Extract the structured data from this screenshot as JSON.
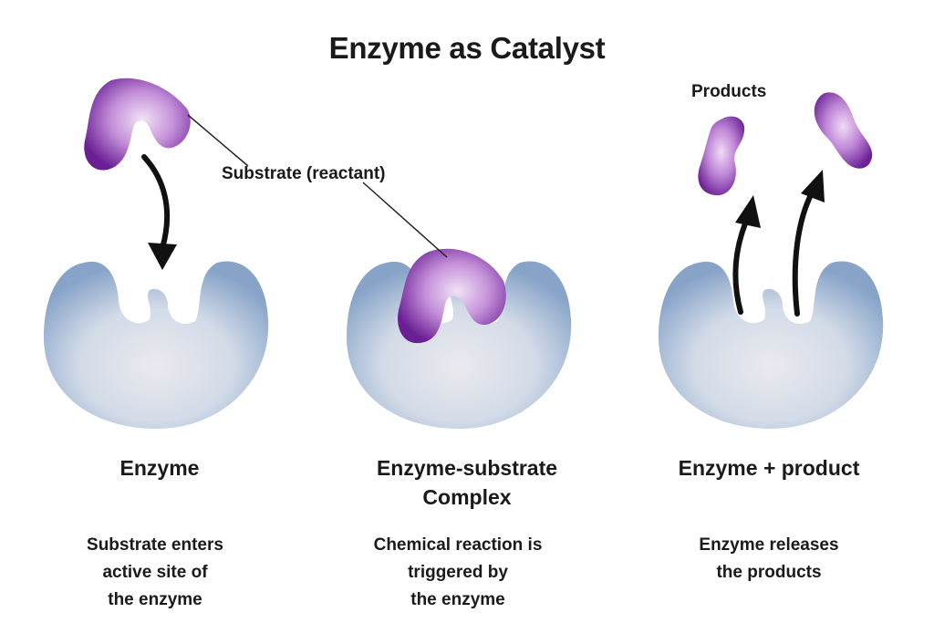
{
  "title": "Enzyme as Catalyst",
  "labels": {
    "substrate": "Substrate (reactant)",
    "products": "Products"
  },
  "stages": [
    {
      "title_lines": [
        "Enzyme"
      ],
      "desc_lines": [
        "Substrate enters",
        "active site of",
        "the enzyme"
      ]
    },
    {
      "title_lines": [
        "Enzyme-substrate",
        "Complex"
      ],
      "desc_lines": [
        "Chemical reaction is",
        "triggered by",
        "the enzyme"
      ]
    },
    {
      "title_lines": [
        "Enzyme + product"
      ],
      "desc_lines": [
        "Enzyme releases",
        "the products"
      ]
    }
  ],
  "colors": {
    "enzyme_light": "#ebe9ee",
    "enzyme_mid": "#b9cbe0",
    "enzyme_dark": "#7f9dc4",
    "substrate_light": "#f1e3f5",
    "substrate_mid": "#b77cd0",
    "substrate_dark": "#6a1f94",
    "arrow": "#111111"
  }
}
